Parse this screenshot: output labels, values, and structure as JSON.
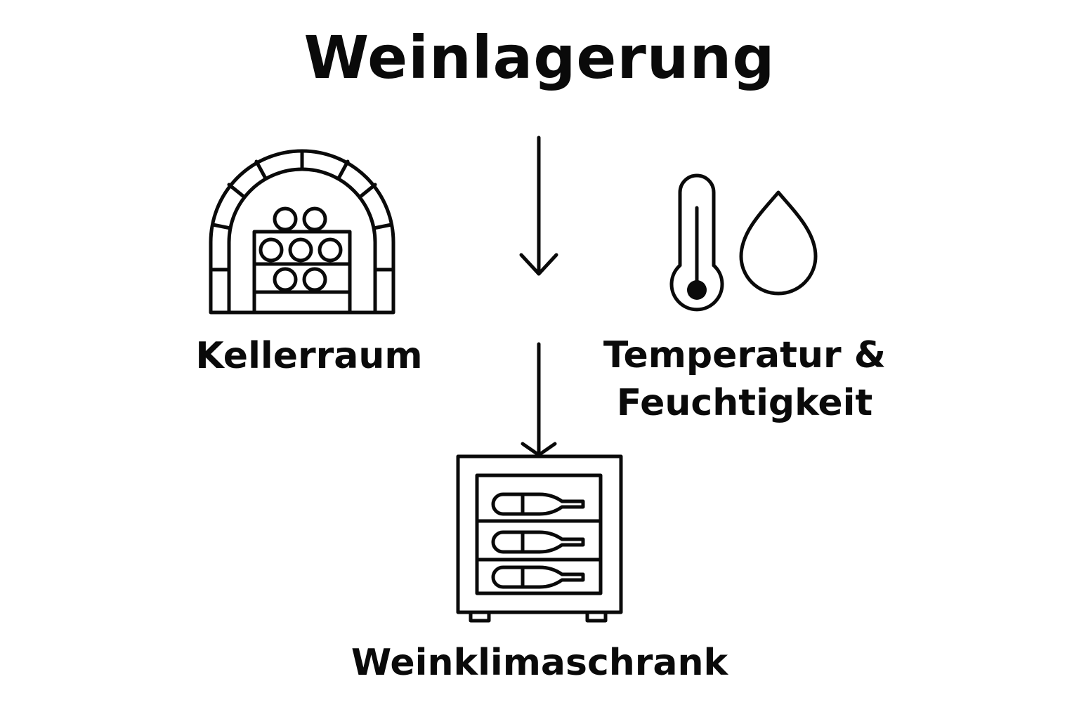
{
  "title": "Weinlagerung",
  "nodes": {
    "keller": {
      "label": "Kellerraum",
      "icon": "wine-cellar-icon"
    },
    "klima": {
      "label_line1": "Temperatur &",
      "label_line2": "Feuchtigkeit",
      "icons": [
        "thermometer-icon",
        "water-drop-icon"
      ]
    },
    "schrank": {
      "label": "Weinklimaschrank",
      "icon": "wine-fridge-icon"
    }
  },
  "colors": {
    "ink": "#0a0a0a",
    "background": "#ffffff"
  }
}
